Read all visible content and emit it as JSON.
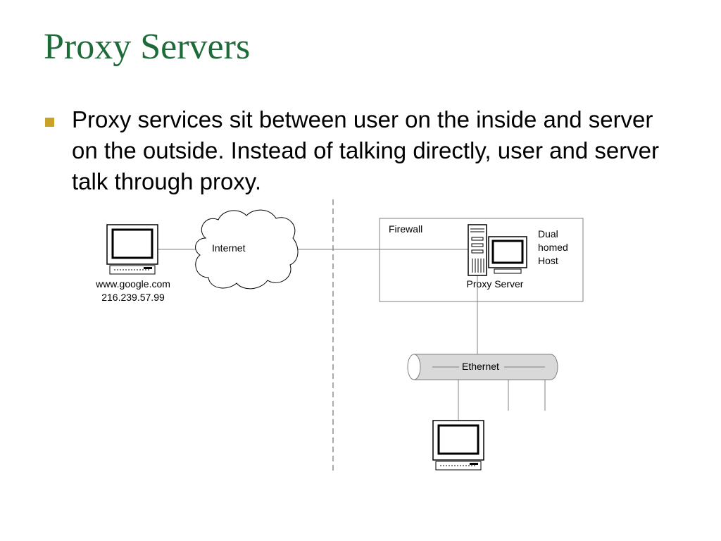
{
  "slide": {
    "title": "Proxy Servers",
    "bullet": "Proxy services sit between user on the inside and server on the outside. Instead of talking directly, user and server talk through proxy."
  },
  "diagram": {
    "remote_host_name": "www.google.com",
    "remote_host_ip": "216.239.57.99",
    "internet_label": "Internet",
    "firewall_label": "Firewall",
    "proxy_label": "Proxy Server",
    "dual_homed_label": [
      "Dual",
      "homed",
      "Host"
    ],
    "ethernet_label": "Ethernet"
  },
  "colors": {
    "title": "#1e6b3a",
    "bullet": "#c9a227",
    "line": "#808080",
    "pipe_fill": "#d9d9d9",
    "monitor_outline": "#000000"
  },
  "icons": {
    "bullet": "square-bullet-icon",
    "workstation": "desktop-computer-icon",
    "cloud": "internet-cloud-icon",
    "server": "tower-server-icon",
    "pipe": "ethernet-bus-icon"
  }
}
